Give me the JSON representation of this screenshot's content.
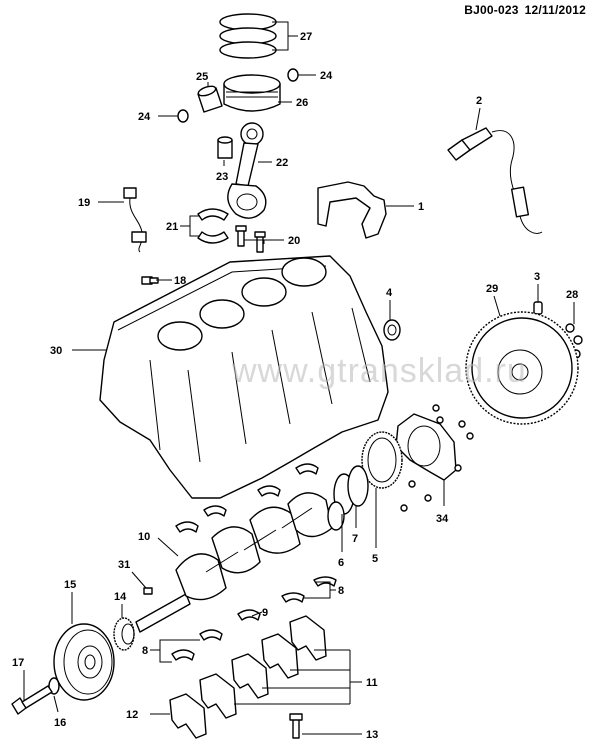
{
  "header": {
    "code": "BJ00-023",
    "date": "12/11/2012"
  },
  "watermark": "www.gtransklad.ru",
  "callouts": {
    "c1": "1",
    "c2": "2",
    "c3": "3",
    "c4": "4",
    "c5": "5",
    "c6": "6",
    "c7": "7",
    "c8a": "8",
    "c8b": "8",
    "c9": "9",
    "c10": "10",
    "c11": "11",
    "c12": "12",
    "c13": "13",
    "c14": "14",
    "c15": "15",
    "c16": "16",
    "c17": "17",
    "c18": "18",
    "c19": "19",
    "c20": "20",
    "c21": "21",
    "c22": "22",
    "c23": "23",
    "c24a": "24",
    "c24b": "24",
    "c25": "25",
    "c26": "26",
    "c27": "27",
    "c28": "28",
    "c29": "29",
    "c30": "30",
    "c31": "31",
    "c34": "34"
  }
}
